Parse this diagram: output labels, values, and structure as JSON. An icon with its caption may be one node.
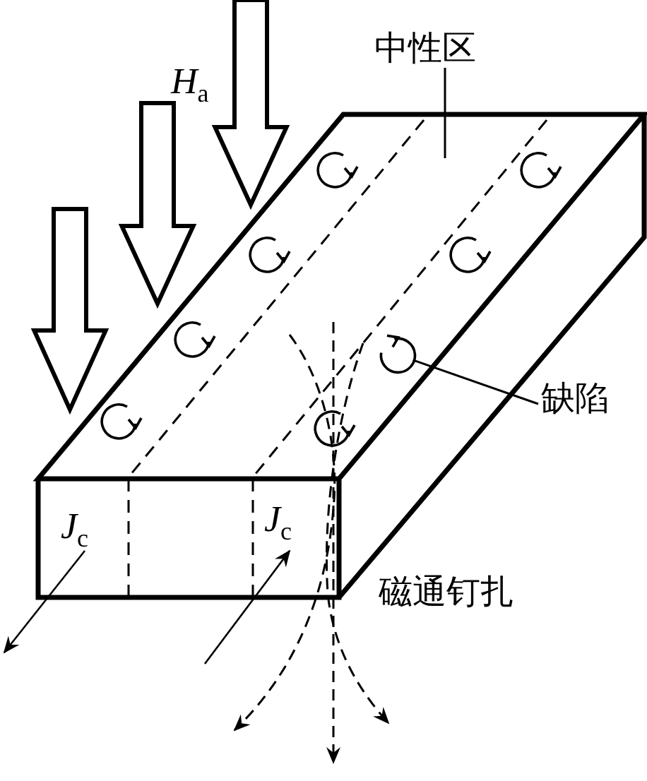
{
  "diagram": {
    "nodes": [
      {
        "text": [
          "中性区"
        ]
      },
      {
        "text": [
          "缺陷"
        ]
      },
      {
        "text": [],
        "shape": "circle"
      }
    ],
    "edges": [
      {
        "from": 0,
        "to": null,
        "arrow": "none"
      },
      {
        "from": 1,
        "to": 2,
        "arrow": "none"
      }
    ],
    "labels": [
      "*H*$_{a}$",
      "*J*$_{c}$",
      "*J*$_{c}$",
      "磁通钉扎"
    ]
  }
}
